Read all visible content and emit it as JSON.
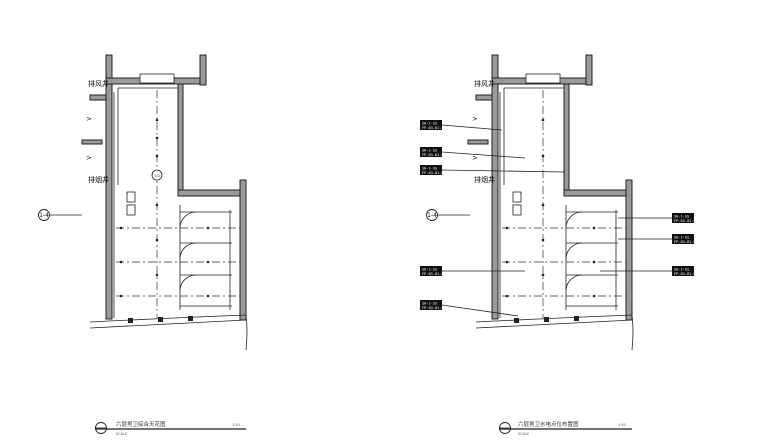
{
  "drawing_left": {
    "room_label_top": "排风井",
    "room_label_mid": "排烟井",
    "grid_bubble": "1-4",
    "center_tag": "1/D",
    "title": "六层男卫综合天花图",
    "title_sub": "SCALE",
    "scale": "1:50"
  },
  "drawing_right": {
    "room_label_top": "排风井",
    "room_label_mid": "排烟井",
    "grid_bubble": "1-4",
    "title": "六层男卫水电点位布置图",
    "title_sub": "SCALE",
    "scale": "1:50",
    "tags": [
      {
        "l1": "SH-1-SS",
        "l2": "FP-03-01-02"
      },
      {
        "l1": "SH-1-SS",
        "l2": "FP-03-01-02"
      },
      {
        "l1": "SH-1-SS",
        "l2": "FP-03-01-02"
      },
      {
        "l1": "SH-1-SS",
        "l2": "FP-03-01-02"
      },
      {
        "l1": "SH-1-SS",
        "l2": "FP-03-01-02"
      },
      {
        "l1": "SH-1-SS",
        "l2": "FP-03-01-02"
      },
      {
        "l1": "SH-1-SS",
        "l2": "FP-03-01-02"
      },
      {
        "l1": "SH-1-SS",
        "l2": "FP-03-01-02"
      }
    ]
  }
}
